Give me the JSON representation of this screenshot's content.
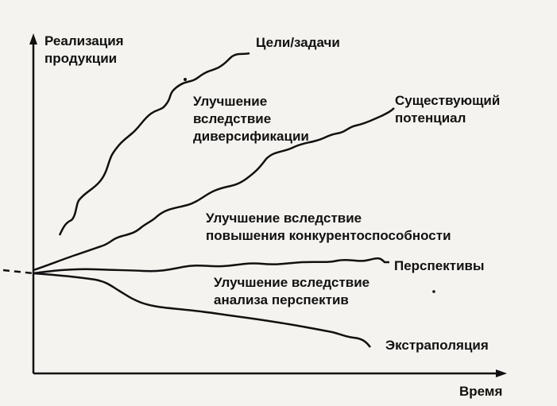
{
  "axis": {
    "y_label_line1": "Реализация",
    "y_label_line2": "продукции",
    "x_label": "Время"
  },
  "curves": {
    "goals": "Цели/задачи",
    "existing_line1": "Существующий",
    "existing_line2": "потенциал",
    "perspectives": "Перспективы",
    "extrapolation": "Экстраполяция"
  },
  "gaps": {
    "diversification_line1": "Улучшение",
    "diversification_line2": "вследствие",
    "diversification_line3": "диверсификации",
    "competitiveness_line1": "Улучшение вследствие",
    "competitiveness_line2": "повышения конкурентоспособности",
    "perspective_analysis_line1": "Улучшение вследствие",
    "perspective_analysis_line2": "анализа перспектив"
  }
}
